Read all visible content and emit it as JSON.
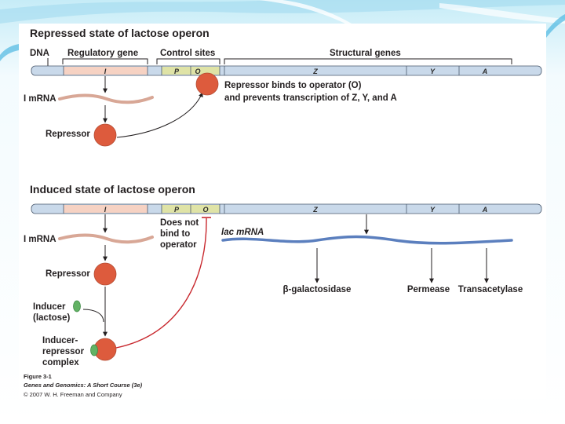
{
  "repressed": {
    "title": "Repressed state of lactose operon",
    "dna_label": "DNA",
    "regulatory_gene_label": "Regulatory gene",
    "control_sites_label": "Control sites",
    "structural_genes_label": "Structural genes",
    "genes": {
      "i": "I",
      "p": "P",
      "o": "O",
      "z": "Z",
      "y": "Y",
      "a": "A"
    },
    "i_mrna_label": "I mRNA",
    "repressor_label": "Repressor",
    "note_line1": "Repressor binds to operator (O)",
    "note_line2": "and prevents transcription of Z, Y, and A"
  },
  "induced": {
    "title": "Induced state of lactose operon",
    "genes": {
      "i": "I",
      "p": "P",
      "o": "O",
      "z": "Z",
      "y": "Y",
      "a": "A"
    },
    "i_mrna_label": "I mRNA",
    "repressor_label": "Repressor",
    "no_bind_line1": "Does not",
    "no_bind_line2": "bind to",
    "no_bind_line3": "operator",
    "lac_mrna_label": "lac mRNA",
    "inducer_line1": "Inducer",
    "inducer_line2": "(lactose)",
    "complex_line1": "Inducer-",
    "complex_line2": "repressor",
    "complex_line3": "complex",
    "product_galactosidase": "β-galactosidase",
    "product_permease": "Permease",
    "product_transacetylase": "Transacetylase"
  },
  "caption": {
    "figure": "Figure 3-1",
    "book": "Genes and Genomics: A Short Course (3e)",
    "copyright": "© 2007 W. H. Freeman and Company"
  },
  "colors": {
    "dna_bar": "#c9d9ea",
    "regulatory_gene_fill": "#f6d2c3",
    "control_sites_fill": "#dfe3a6",
    "mrna_i": "#d8a796",
    "mrna_lac": "#5b7fbe",
    "repressor": "#dd5b3d",
    "inducer": "#62b264",
    "pointer_red": "#c8282e",
    "slide_accent": "#4fb8e1"
  }
}
